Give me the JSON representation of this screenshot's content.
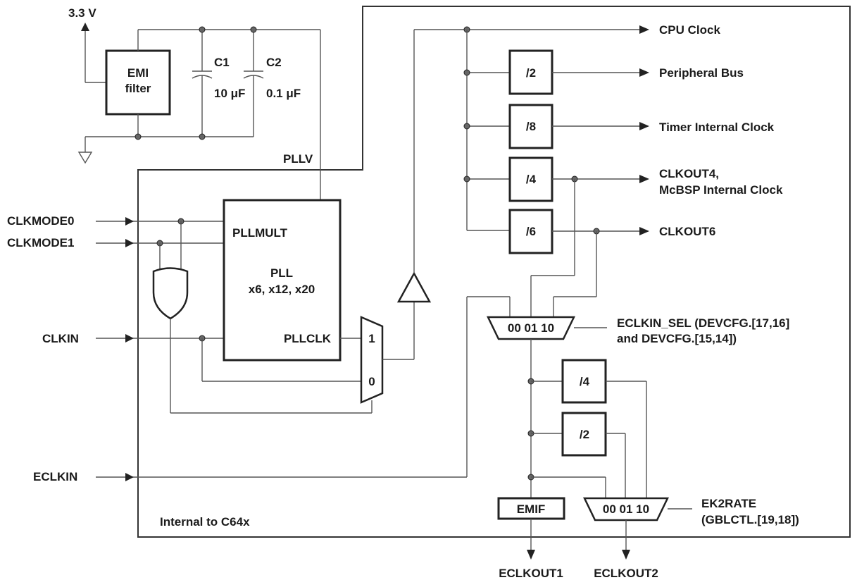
{
  "supply": {
    "voltage": "3.3 V"
  },
  "emi": {
    "line1": "EMI",
    "line2": "filter"
  },
  "caps": {
    "c1_name": "C1",
    "c1_value": "10 μF",
    "c2_name": "C2",
    "c2_value": "0.1 μF"
  },
  "pllv_label": "PLLV",
  "inputs": {
    "clkmode0": "CLKMODE0",
    "clkmode1": "CLKMODE1",
    "clkin": "CLKIN",
    "eclkin": "ECLKIN"
  },
  "pll": {
    "pllmult": "PLLMULT",
    "title": "PLL",
    "multipliers": "x6, x12, x20",
    "pllclk": "PLLCLK"
  },
  "mux_pll": {
    "in1": "1",
    "in0": "0"
  },
  "outputs": {
    "cpu_clock": "CPU Clock",
    "peripheral_bus": "Peripheral Bus",
    "timer_internal_clock": "Timer Internal Clock",
    "clkout4_line1": "CLKOUT4,",
    "clkout4_line2": "McBSP Internal Clock",
    "clkout6": "CLKOUT6"
  },
  "dividers": {
    "div2_periph": "/2",
    "div8_timer": "/8",
    "div4_clkout4": "/4",
    "div6_clkout6": "/6",
    "div4_emif": "/4",
    "div2_emif": "/2"
  },
  "eclkin_sel": {
    "mux_label": "00 01 10",
    "line1": "ECLKIN_SEL (DEVCFG.[17,16]",
    "line2": "and DEVCFG.[15,14])"
  },
  "ek2rate": {
    "mux_label": "00 01 10",
    "line1": "EK2RATE",
    "line2": "(GBLCTL.[19,18])"
  },
  "emif": {
    "label": "EMIF"
  },
  "internal_label": "Internal to C64x",
  "pins": {
    "eclkout1": "ECLKOUT1",
    "eclkout2": "ECLKOUT2"
  }
}
